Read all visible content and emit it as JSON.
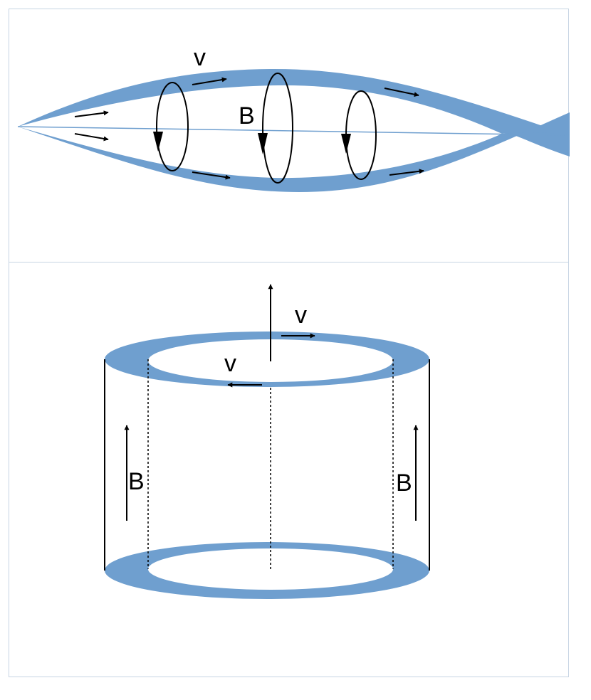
{
  "colors": {
    "band": "#6f9fcf",
    "frame": "#c6d4e3",
    "ink": "#000000",
    "axis_line": "#6f9fcf"
  },
  "top_panel": {
    "velocity_label": "v",
    "field_label": "B"
  },
  "bottom_panel": {
    "velocity_label_outer": "v",
    "velocity_label_inner": "v",
    "field_label_left": "B",
    "field_label_right": "B"
  }
}
